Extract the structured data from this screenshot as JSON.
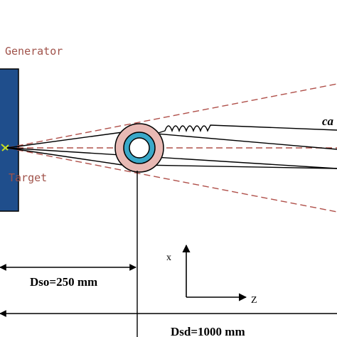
{
  "labels": {
    "generator": "Generator",
    "target": "Target",
    "dso": "Dso=250 mm",
    "dsd": "Dsd=1000 mm",
    "axis_x": "x",
    "axis_z": "Z",
    "cut_text": "ca"
  },
  "colors": {
    "generator_fill": "#1f4e8c",
    "beam_dashed": "#b0504a",
    "ring_outer": "#e8b9b4",
    "ring_inner": "#3aa8c8",
    "focal_spot": "#c8e020",
    "line": "#000000"
  }
}
